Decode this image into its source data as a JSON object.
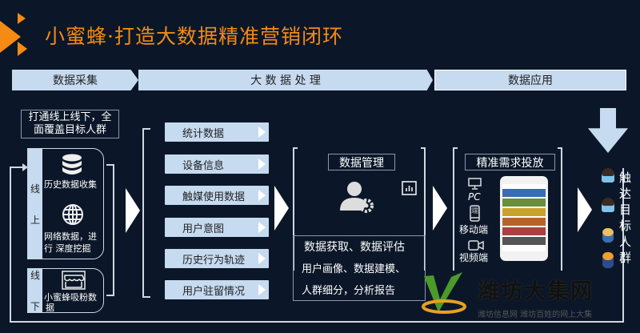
{
  "title": "小蜜蜂·打造大数据精准营销闭环",
  "stages": [
    "数据采集",
    "大 数 据 处 理",
    "数据应用"
  ],
  "caption": [
    "打通线上线下，全",
    "面覆盖目标人群"
  ],
  "online": {
    "label": [
      "线",
      "上"
    ],
    "items": [
      "历史数据收集",
      "网络数据，进",
      "行 深度挖掘"
    ]
  },
  "offline": {
    "label": [
      "线",
      "下"
    ],
    "items": [
      "小蜜蜂吸粉数",
      "据"
    ]
  },
  "processing": [
    "统计数据",
    "设备信息",
    "触媒使用数据",
    "用户意图",
    "历史行为轨迹",
    "用户驻留情况"
  ],
  "management": {
    "title": "数据管理",
    "lines": [
      "数据获取、数据评估",
      "用户画像、数据建模、",
      "人群细分，分析报告"
    ]
  },
  "delivery": {
    "title": "精准需求投放",
    "channels": [
      "PC",
      "端",
      "移动端",
      "视频端"
    ]
  },
  "target": [
    "触",
    "达",
    "目",
    "标",
    "人",
    "群"
  ],
  "watermark": {
    "brand": "潍坊大集网",
    "slogan": "潍坊信息网 潍坊百姓的网上大集"
  },
  "colors": {
    "accent": "#f58a14",
    "stage": "#c6daf0",
    "bg": "#0b1729"
  }
}
